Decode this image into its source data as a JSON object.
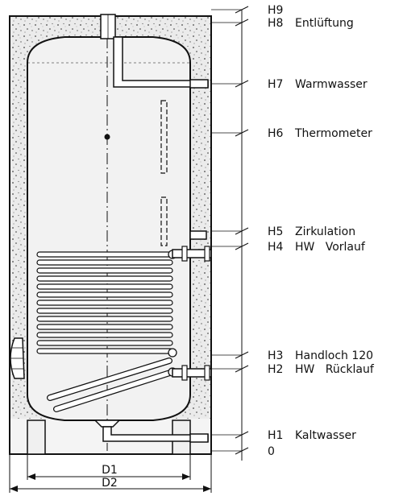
{
  "connections": [
    {
      "code": "H9",
      "name": ""
    },
    {
      "code": "H8",
      "name": "Entlüftung"
    },
    {
      "code": "H7",
      "name": "Warmwasser"
    },
    {
      "code": "H6",
      "name": "Thermometer"
    },
    {
      "code": "H5",
      "name": "Zirkulation"
    },
    {
      "code": "H4",
      "name": "HW   Vorlauf"
    },
    {
      "code": "H3",
      "name": "Handloch 120"
    },
    {
      "code": "H2",
      "name": "HW   Rücklauf"
    },
    {
      "code": "H1",
      "name": "Kaltwasser"
    },
    {
      "code": "0",
      "name": ""
    }
  ],
  "dimensions": {
    "inner_diameter": "D1",
    "outer_diameter": "D2"
  }
}
